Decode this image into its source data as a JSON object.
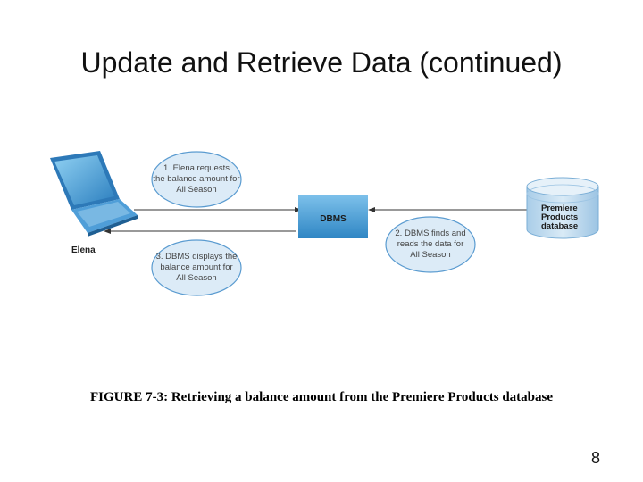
{
  "slide": {
    "title": "Update and Retrieve Data (continued)",
    "caption": "FIGURE 7-3: Retrieving a balance amount from the Premiere Products database",
    "page_number": "8"
  },
  "diagram": {
    "user_label": "Elena",
    "dbms_label": "DBMS",
    "database_label": [
      "Premiere",
      "Products",
      "database"
    ],
    "steps": [
      {
        "lines": [
          "1. Elena requests",
          "the balance amount for",
          "All Season"
        ]
      },
      {
        "lines": [
          "2. DBMS finds and",
          "reads the data for",
          "All Season"
        ]
      },
      {
        "lines": [
          "3. DBMS displays the",
          "balance amount for",
          "All Season"
        ]
      }
    ],
    "colors": {
      "bubble_fill": "#dcebf7",
      "bubble_stroke": "#5a9bd0",
      "dbms_fill": "#4d9fd5",
      "database_fill": "#bcd7ec",
      "laptop_body": "#3f8fcf"
    }
  }
}
